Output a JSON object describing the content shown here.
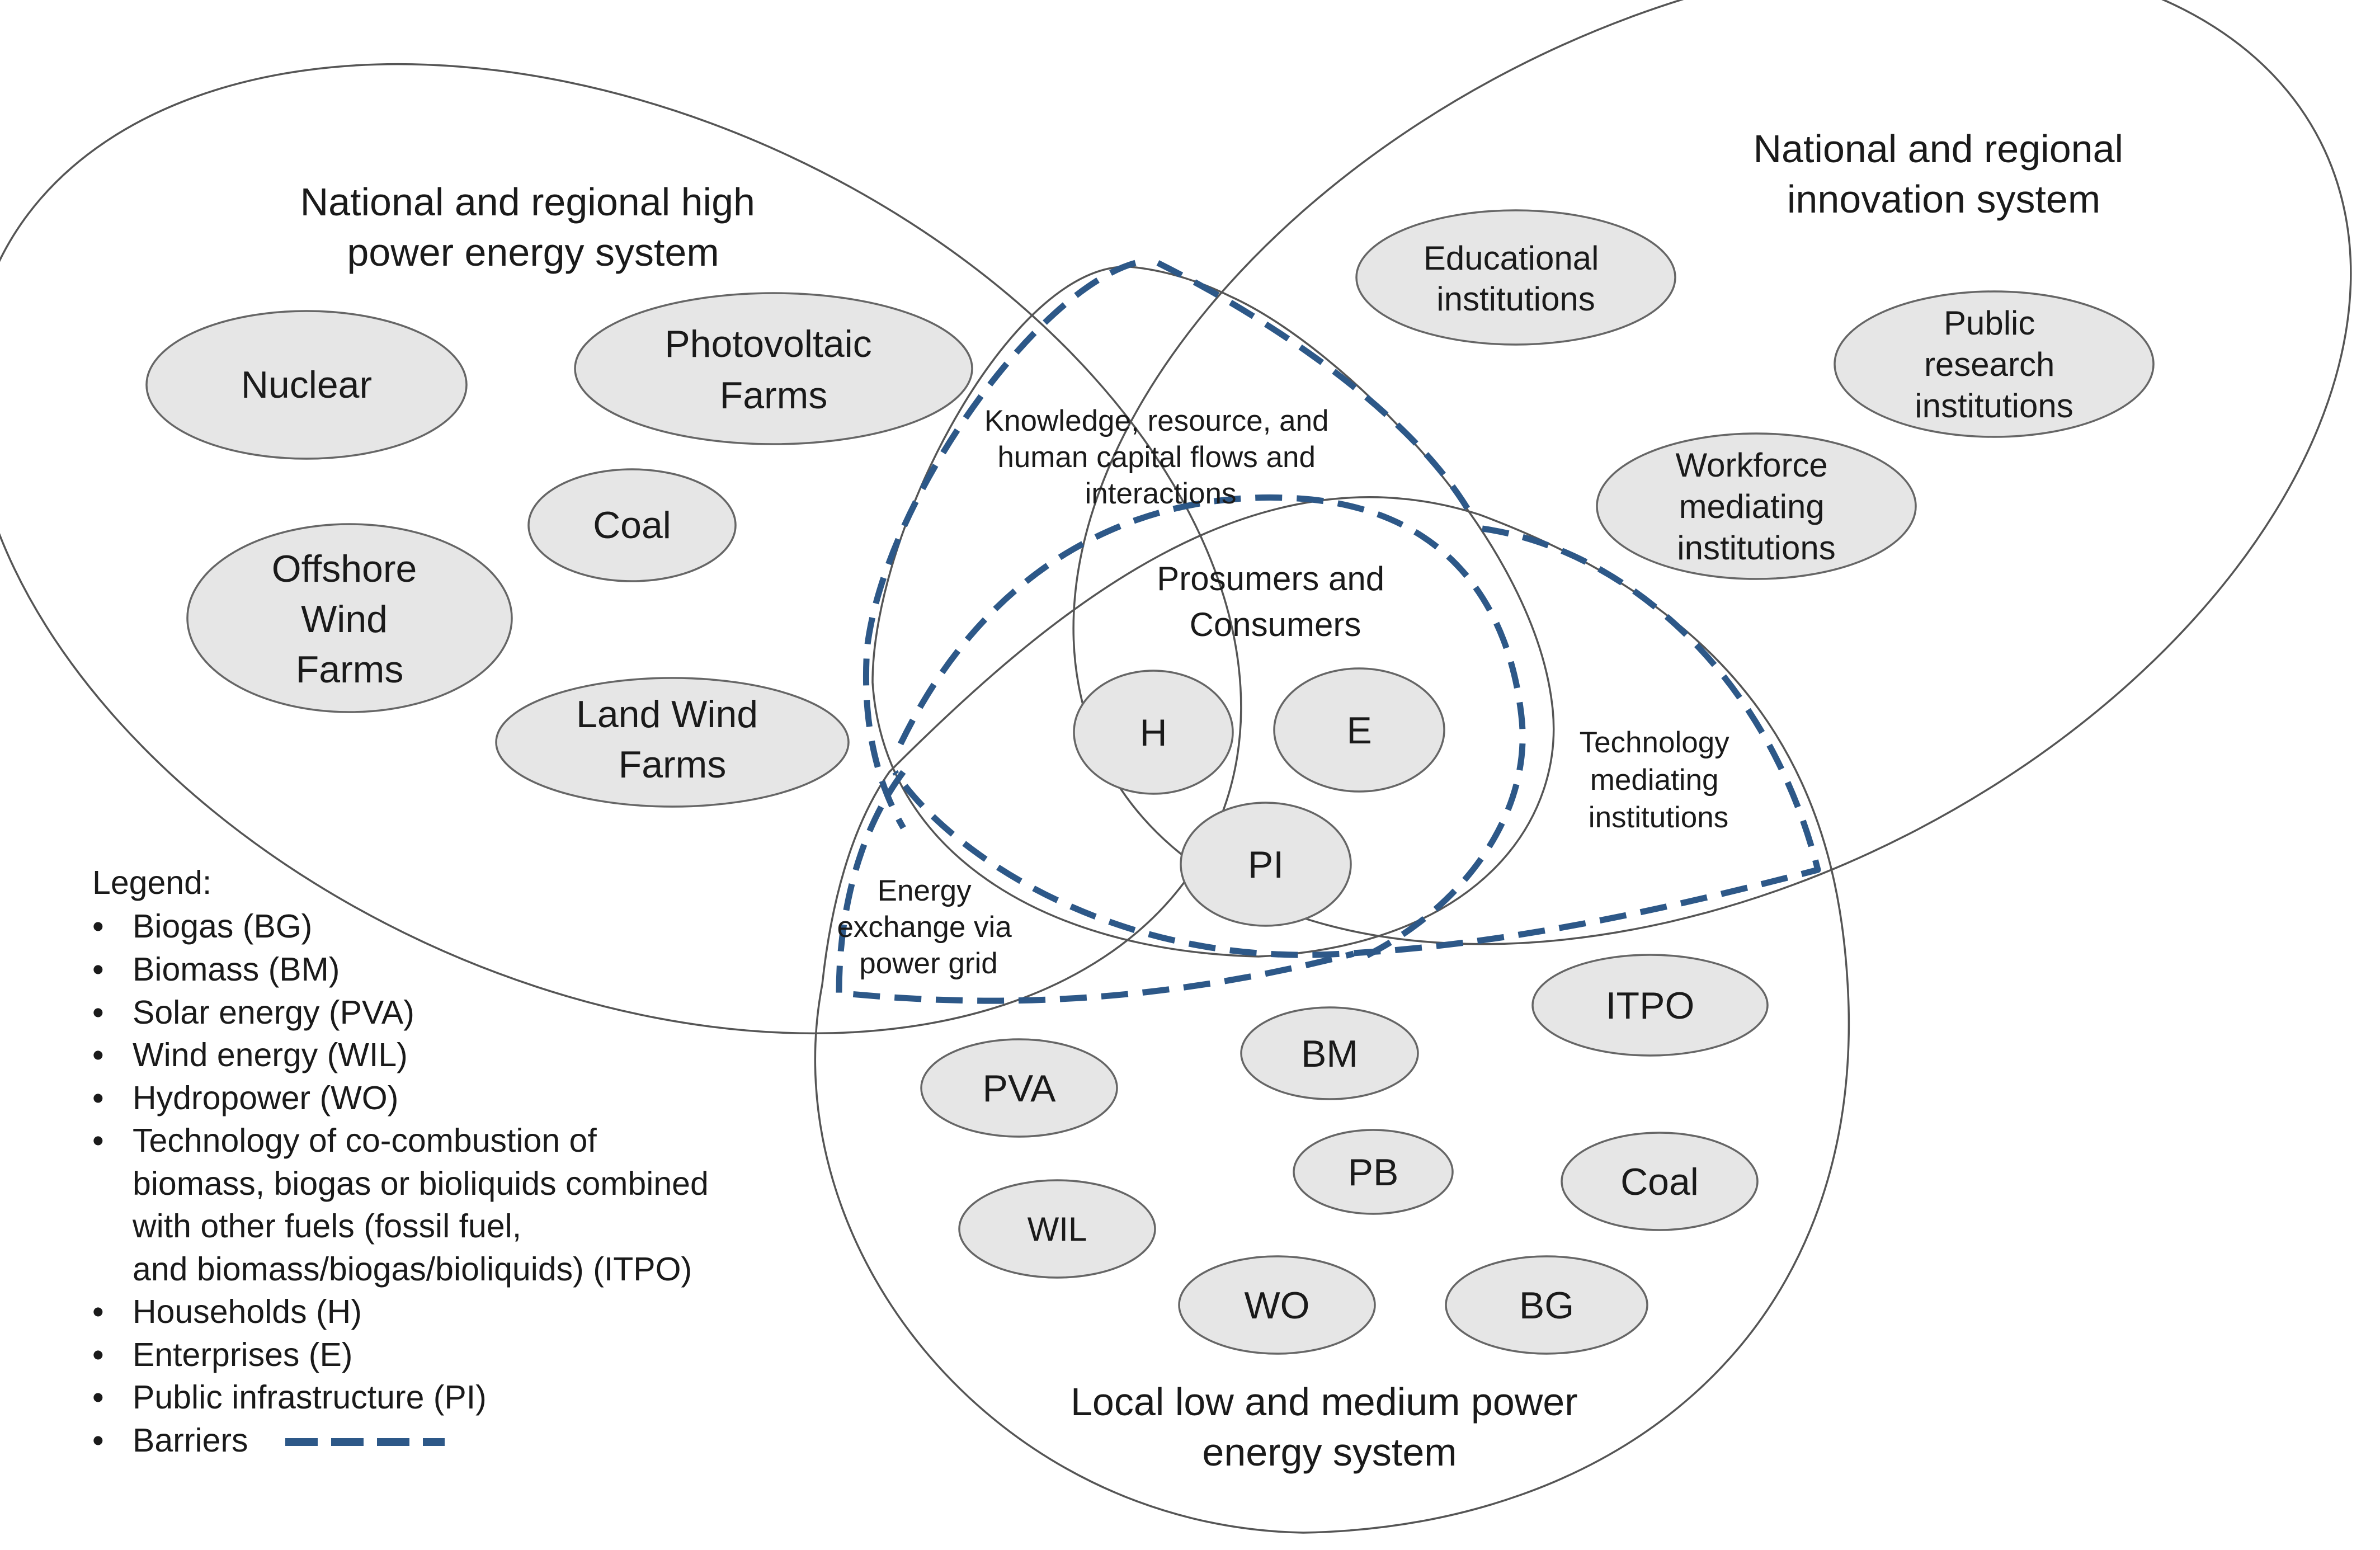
{
  "systems": {
    "high_power": [
      "National and regional high",
      "power energy system"
    ],
    "innovation": [
      "National and regional",
      "innovation system"
    ],
    "local": [
      "Local low and medium power",
      "energy system"
    ]
  },
  "center": {
    "title": [
      "Prosumers  and",
      "Consumers"
    ]
  },
  "flows": {
    "knowledge": [
      "Knowledge, resource, and",
      "human capital flows and",
      "interactions"
    ],
    "technology": [
      "Technology",
      "mediating",
      "institutions"
    ],
    "energy_exchange": [
      "Energy",
      "exchange via",
      "power grid"
    ]
  },
  "nodes": {
    "nuclear": [
      "Nuclear"
    ],
    "photovoltaic": [
      "Photovoltaic",
      "Farms"
    ],
    "coal_national": [
      "Coal"
    ],
    "offshore": [
      "Offshore",
      "Wind",
      "Farms"
    ],
    "land_wind": [
      "Land Wind",
      "Farms"
    ],
    "educational": [
      "Educational",
      "institutions"
    ],
    "public_research": [
      "Public",
      "research",
      "institutions"
    ],
    "workforce": [
      "Workforce",
      "mediating",
      "institutions"
    ],
    "h": [
      "H"
    ],
    "e": [
      "E"
    ],
    "pi": [
      "PI"
    ],
    "itpo": [
      "ITPO"
    ],
    "bm": [
      "BM"
    ],
    "pva": [
      "PVA"
    ],
    "pb": [
      "PB"
    ],
    "coal_local": [
      "Coal"
    ],
    "wil": [
      "WIL"
    ],
    "wo": [
      "WO"
    ],
    "bg": [
      "BG"
    ]
  },
  "legend": {
    "title": "Legend:",
    "bullet": "•",
    "items": [
      [
        "Biogas (BG)"
      ],
      [
        "Biomass (BM)"
      ],
      [
        "Solar energy (PVA)"
      ],
      [
        "Wind energy (WIL)"
      ],
      [
        "Hydropower (WO)"
      ],
      [
        "Technology  of co-combustion of",
        "biomass, biogas or bioliquids combined",
        "with other fuels (fossil fuel,",
        "and biomass/biogas/bioliquids) (ITPO)"
      ],
      [
        "Households (H)"
      ],
      [
        "Enterprises (E)"
      ],
      [
        "Public infrastructure  (PI)"
      ],
      [
        "Barriers"
      ]
    ],
    "barrier_color": "#2d5888"
  }
}
